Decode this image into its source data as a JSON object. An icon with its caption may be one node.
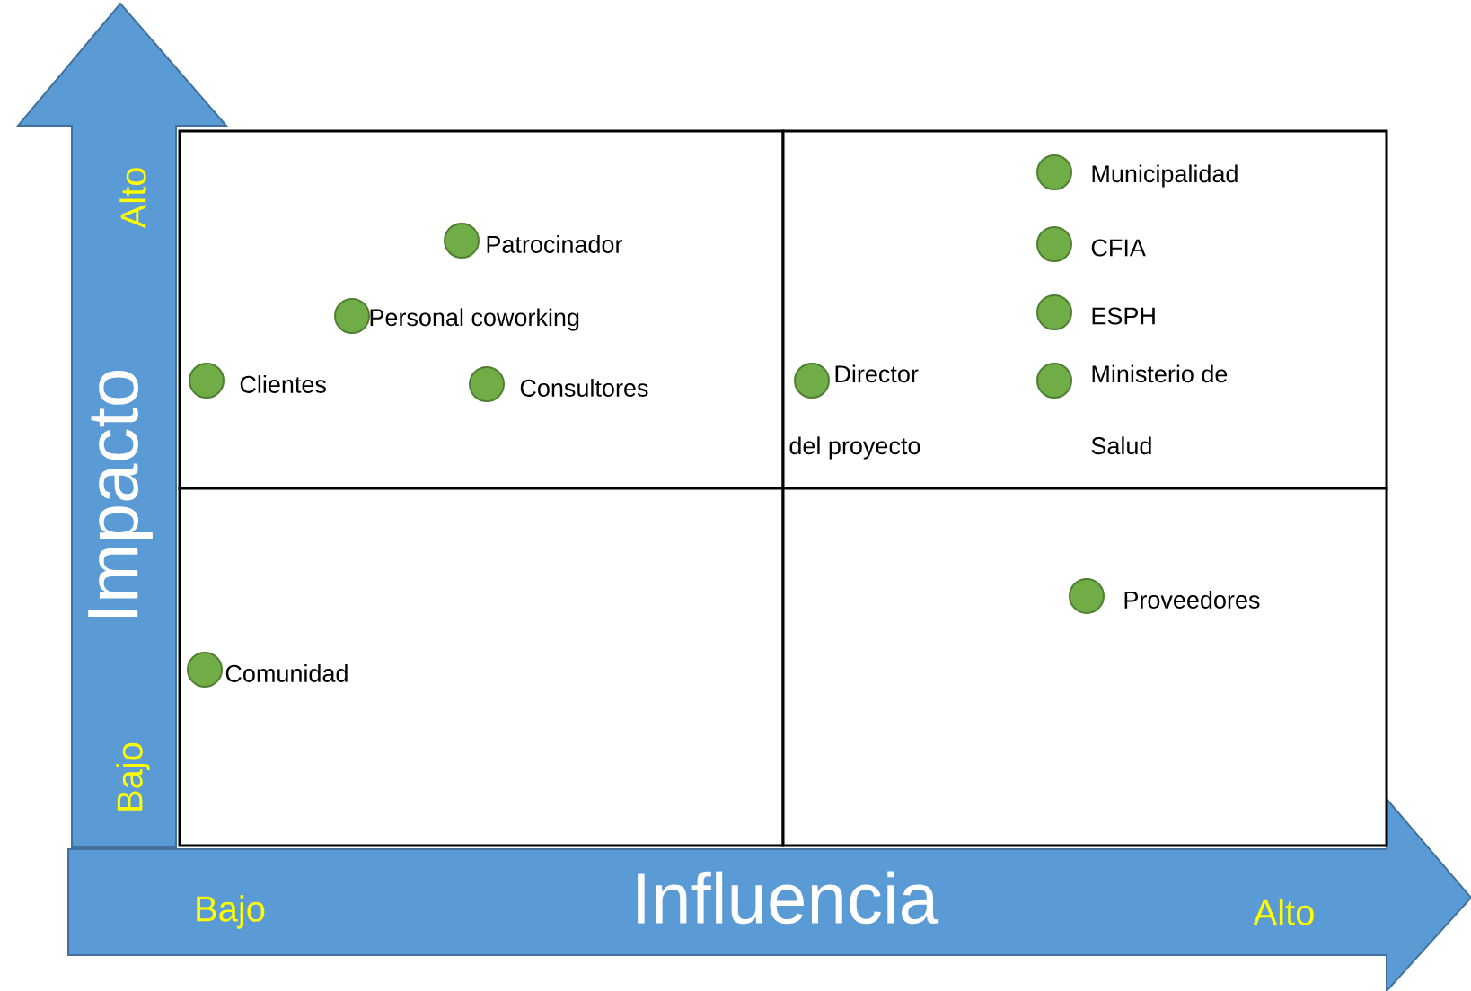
{
  "diagram": {
    "nodes": [
      {
        "text": [],
        "shape": "box"
      },
      {
        "text": [
          "Patrocinador"
        ],
        "in": 0
      },
      {
        "text": [
          "Personal coworking"
        ],
        "in": 0
      },
      {
        "text": [
          "Clientes"
        ],
        "in": 0
      },
      {
        "text": [
          "Consultores"
        ],
        "in": 0
      },
      {
        "text": [],
        "shape": "box"
      },
      {
        "text": [
          "Municipalidad"
        ],
        "in": 5
      },
      {
        "text": [
          "CFIA"
        ],
        "in": 5
      },
      {
        "text": [
          "ESPH"
        ],
        "in": 5
      },
      {
        "text": [
          "Director del proyecto"
        ],
        "in": 5
      },
      {
        "text": [
          "Ministerio de Salud"
        ],
        "in": 5
      },
      {
        "text": [],
        "shape": "box"
      },
      {
        "text": [
          "Comunidad"
        ],
        "in": 11
      },
      {
        "text": [],
        "shape": "box"
      },
      {
        "text": [
          "Proveedores"
        ],
        "in": 13
      }
    ],
    "labels": [
      "Alto",
      "Impacto",
      "Bajo",
      "Bajo",
      "Influencia",
      "Alto"
    ]
  }
}
